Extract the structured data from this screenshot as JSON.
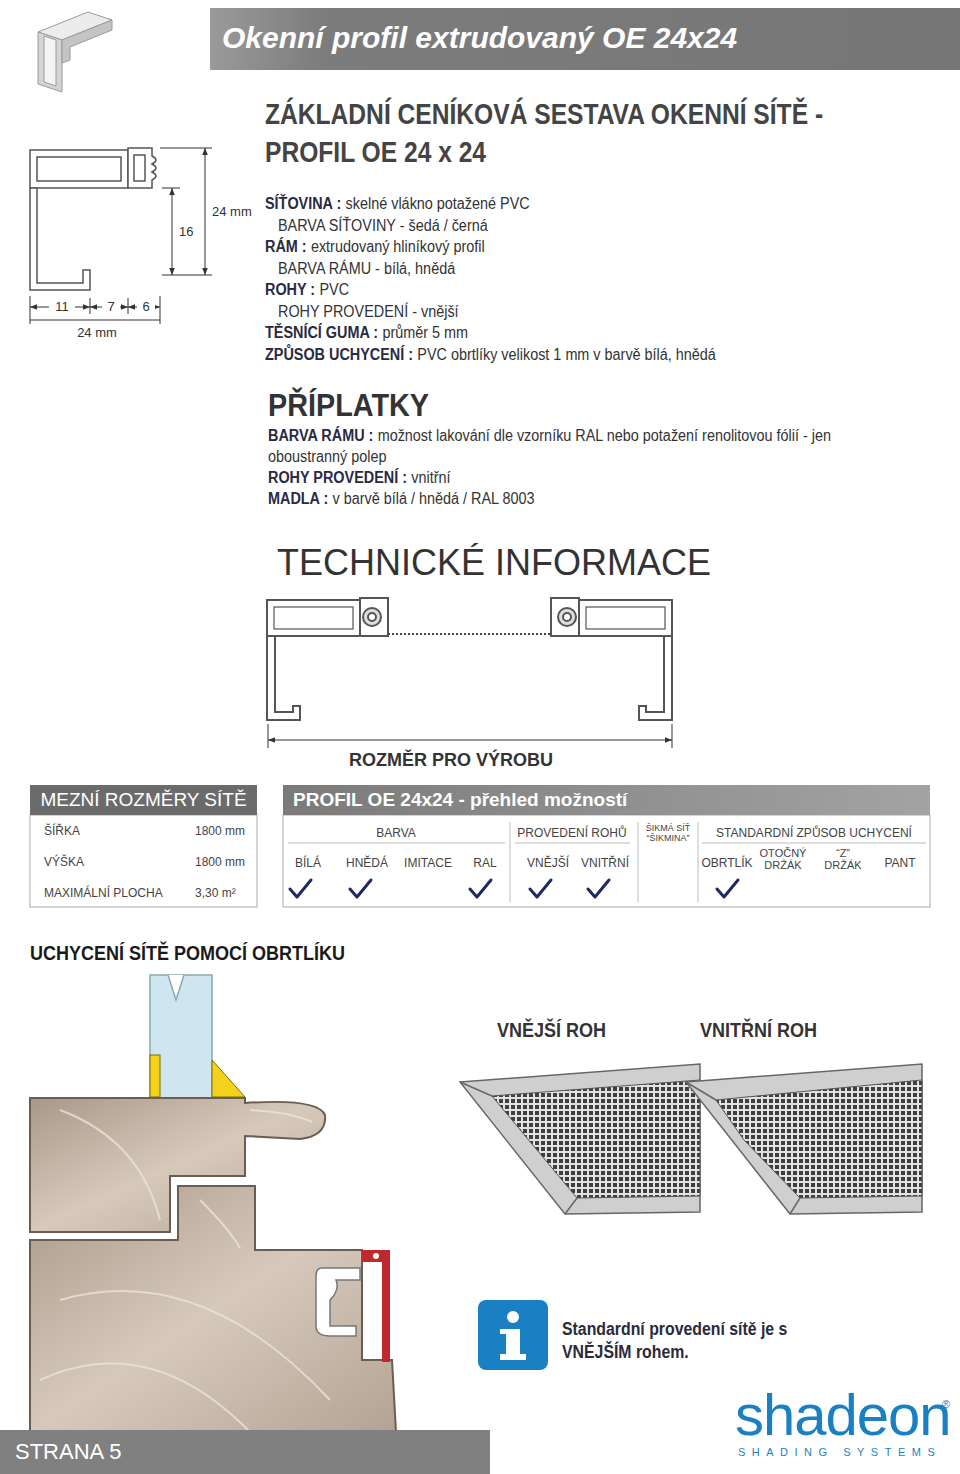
{
  "diagram": {
    "title": "Okenní profil extrudovaný OE 24x24",
    "nodes": [
      {
        "text": [
          "MEZNÍ ROZMĚRY SÍTĚ"
        ]
      },
      {
        "text": [
          "PROFIL OE 24x24 - přehled možností"
        ]
      },
      {
        "text": [
          "STRANA 5"
        ]
      }
    ],
    "labels": [
      "ZÁKLADNÍ CENÍKOVÁ SESTAVA OKENNÍ SÍTĚ - PROFIL OE 24 x 24",
      "24 mm",
      "16",
      "11",
      "7",
      "6",
      "24 mm",
      "SÍŤOVINA :",
      "skelné vlákno potažené PVC",
      "BARVA SÍŤOVINY - šedá / černá",
      "RÁM :",
      "extrudovaný hliníkový profil",
      "BARVA RÁMU - bílá, hnědá",
      "ROHY :",
      "PVC",
      "ROHY PROVEDENÍ - vnější",
      "TĚSNÍCÍ GUMA :",
      "průměr 5 mm",
      "ZPŮSOB UCHYCENÍ :",
      "PVC obrtlíky velikost 1 mm v barvě bílá, hnědá",
      "PŘÍPLATKY",
      "BARVA RÁMU :",
      "možnost lakování dle vzorníku RAL nebo potažení renolitovou fólií - jen oboustranný polep",
      "ROHY PROVEDENÍ :",
      "vnitřní",
      "MADLA :",
      "v barvě bílá / hnědá / RAL 8003",
      "TECHNICKÉ INFORMACE",
      "ROZMĚR PRO VÝROBU",
      "ŠÍŘKA",
      "1800 mm",
      "VÝŠKA",
      "1800 mm",
      "MAXIMÁLNÍ PLOCHA",
      "3,30 m²",
      "BARVA",
      "PROVEDENÍ ROHŮ",
      "ŠIKMÁ SÍŤ “ŠIKMINA”",
      "STANDARDNÍ ZPŮSOB UCHYCENÍ",
      "BÍLÁ",
      "HNĚDÁ",
      "IMITACE",
      "RAL",
      "VNĚJŠÍ",
      "VNITŘNÍ",
      "OBRTLÍK",
      "OTOČNÝ DRŽÁK",
      "“Z” DRŽÁK",
      "PANT",
      "UCHYCENÍ SÍTĚ POMOCÍ OBRTLÍKU",
      "VNĚJŠÍ ROH",
      "VNITŘNÍ ROH",
      "Standardní provedení sítě je s VNĚJŠÍM rohem.",
      "shadeon",
      "®",
      "SHADING SYSTEMS"
    ]
  }
}
